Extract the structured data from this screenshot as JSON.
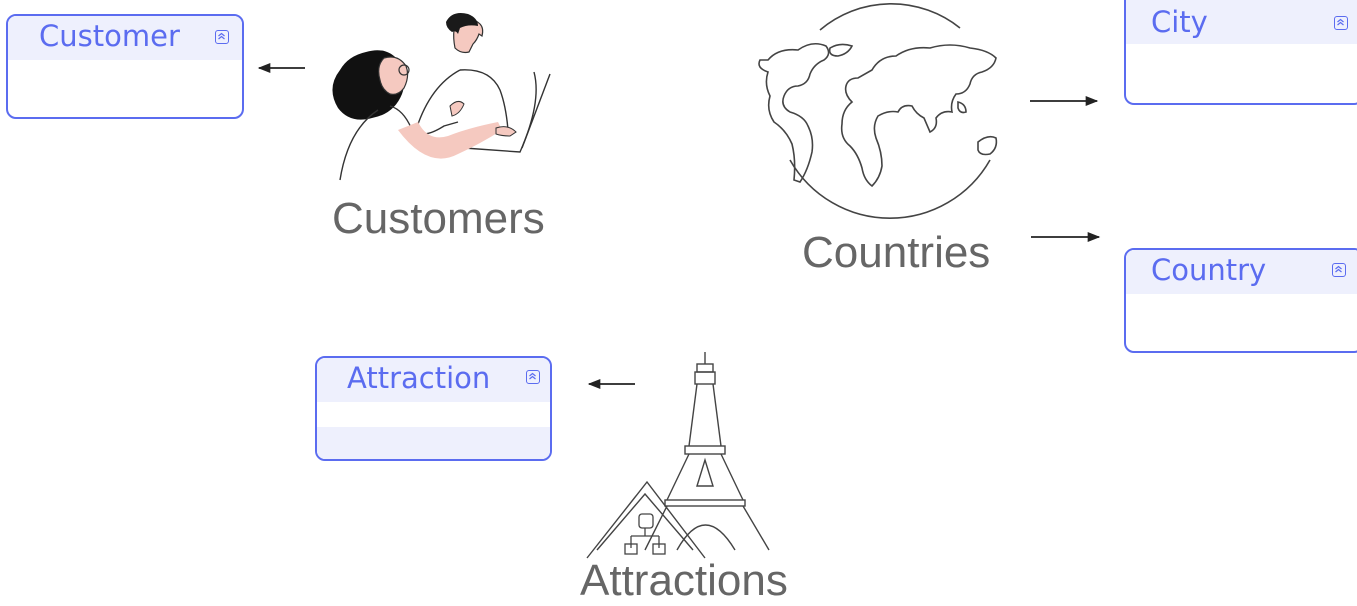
{
  "entities": {
    "customer": {
      "title": "Customer"
    },
    "city": {
      "title": "City"
    },
    "country": {
      "title": "Country"
    },
    "attraction": {
      "title": "Attraction"
    }
  },
  "captions": {
    "customers": "Customers",
    "countries": "Countries",
    "attractions": "Attractions"
  },
  "icons": [
    "collapse-icon",
    "people-illustration-icon",
    "world-globe-icon",
    "eiffel-tower-icon",
    "arrow-left-icon",
    "arrow-right-icon"
  ],
  "colors": {
    "accent": "#5b6cf0",
    "header_fill": "#eef0fd",
    "caption_text": "#666666",
    "line": "#333333"
  }
}
